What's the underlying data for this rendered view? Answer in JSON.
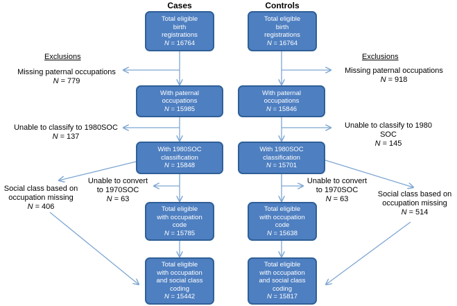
{
  "headers": {
    "cases": "Cases",
    "controls": "Controls"
  },
  "exclusions_label": "Exclusions",
  "cases": {
    "boxes": [
      {
        "lines": [
          "Total eligible",
          "birth",
          "registrations"
        ],
        "n": "N",
        "value": "= 16764"
      },
      {
        "lines": [
          "With paternal",
          "occupations"
        ],
        "n": "N",
        "value": "= 15985"
      },
      {
        "lines": [
          "With 1980SOC",
          "classification"
        ],
        "n": "N",
        "value": "= 15848"
      },
      {
        "lines": [
          "Total eligible",
          "with occupation",
          "code"
        ],
        "n": "N",
        "value": "= 15785"
      },
      {
        "lines": [
          "Total eligible",
          "with occupation",
          "and social class",
          "coding"
        ],
        "n": "N",
        "value": "= 15442"
      }
    ],
    "exclusions": [
      {
        "lines": [
          "Missing paternal occupations"
        ],
        "n": "N",
        "value": "= 779"
      },
      {
        "lines": [
          "Unable to classify to 1980SOC"
        ],
        "n": "N",
        "value": "= 137"
      },
      {
        "lines": [
          "Unable to convert",
          "to 1970SOC"
        ],
        "n": "N",
        "value": "= 63"
      },
      {
        "lines": [
          "Social class based on",
          "occupation missing"
        ],
        "n": "N",
        "value": "= 406"
      }
    ]
  },
  "controls": {
    "boxes": [
      {
        "lines": [
          "Total eligible",
          "birth",
          "registrations"
        ],
        "n": "N",
        "value": "= 16764"
      },
      {
        "lines": [
          "With paternal",
          "occupations"
        ],
        "n": "N",
        "value": "= 15846"
      },
      {
        "lines": [
          "With 1980SOC",
          "classification"
        ],
        "n": "N",
        "value": "= 15701"
      },
      {
        "lines": [
          "Total eligible",
          "with occupation",
          "code"
        ],
        "n": "N",
        "value": "= 15638"
      },
      {
        "lines": [
          "Total eligible",
          "with occupation",
          "and social class",
          "coding"
        ],
        "n": "N",
        "value": "= 15817"
      }
    ],
    "exclusions": [
      {
        "lines": [
          "Missing paternal occupations"
        ],
        "n": "N",
        "value": "= 918"
      },
      {
        "lines": [
          "Unable to classify to 1980",
          "SOC"
        ],
        "n": "N",
        "value": "= 145"
      },
      {
        "lines": [
          "Unable to convert",
          "to 1970SOC"
        ],
        "n": "N",
        "value": "= 63"
      },
      {
        "lines": [
          "Social class based on",
          "occupation missing"
        ],
        "n": "N",
        "value": "= 514"
      }
    ]
  },
  "colors": {
    "box_fill": "#4e7fc1",
    "box_border": "#2f5f97",
    "arrow": "#7ea6d2"
  }
}
